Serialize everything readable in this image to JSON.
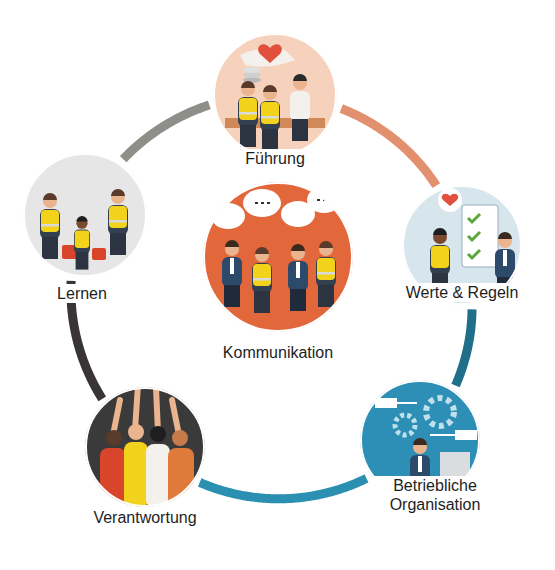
{
  "diagram": {
    "nodes": [
      {
        "text": [
          "Führung"
        ]
      },
      {
        "text": [
          "Werte & Regeln"
        ]
      },
      {
        "text": [
          "Betriebliche Organisation"
        ]
      },
      {
        "text": [
          "Verantwortung"
        ]
      },
      {
        "text": [
          "Lernen"
        ]
      },
      {
        "text": [
          "Kommunikation"
        ]
      }
    ],
    "edges": [
      {
        "from": 0,
        "to": 1,
        "arrow": "none"
      },
      {
        "from": 1,
        "to": 2,
        "arrow": "none"
      },
      {
        "from": 2,
        "to": 3,
        "arrow": "none"
      },
      {
        "from": 3,
        "to": 4,
        "arrow": "none"
      },
      {
        "from": 4,
        "to": 0,
        "arrow": "none"
      }
    ]
  }
}
